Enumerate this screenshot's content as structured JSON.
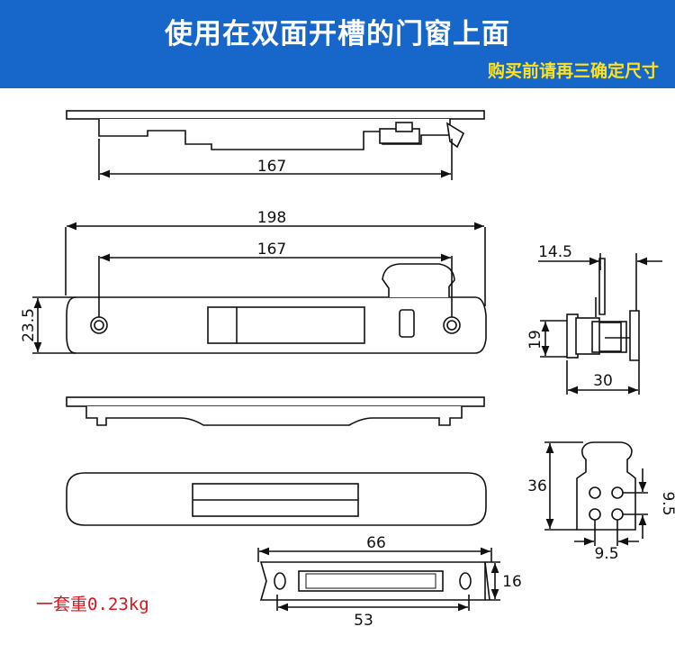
{
  "banner": {
    "title": "使用在双面开槽的门窗上面",
    "note": "购买前请再三确定尺寸",
    "background": "#1667c9",
    "note_color": "#ffe21a"
  },
  "dimensions": {
    "top_view_length": "167",
    "overall_length": "198",
    "hole_spacing": "167",
    "plate_height": "23.5",
    "side_depth": "14.5",
    "side_height": "19",
    "side_width": "30",
    "hook_height": "36",
    "hook_vertical_pitch": "9.5",
    "hook_horizontal_pitch": "9.5",
    "keeper_length": "66",
    "keeper_height": "16",
    "keeper_slot_length": "53"
  },
  "weight_label": "一套重0.23kg",
  "colors": {
    "weight_text": "#d8141c",
    "line": "#111111"
  }
}
